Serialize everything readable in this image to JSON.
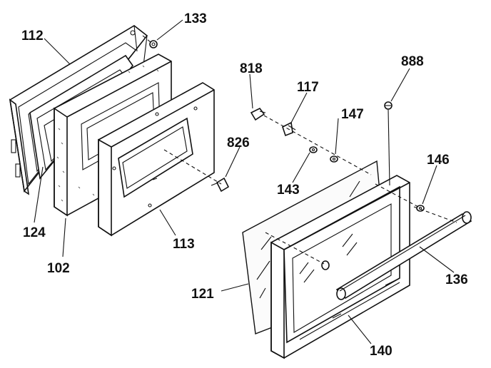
{
  "parts": [
    {
      "id": "112"
    },
    {
      "id": "133"
    },
    {
      "id": "124"
    },
    {
      "id": "102"
    },
    {
      "id": "113"
    },
    {
      "id": "826"
    },
    {
      "id": "818"
    },
    {
      "id": "117"
    },
    {
      "id": "147"
    },
    {
      "id": "143"
    },
    {
      "id": "888"
    },
    {
      "id": "146"
    },
    {
      "id": "121"
    },
    {
      "id": "136"
    },
    {
      "id": "140"
    }
  ]
}
